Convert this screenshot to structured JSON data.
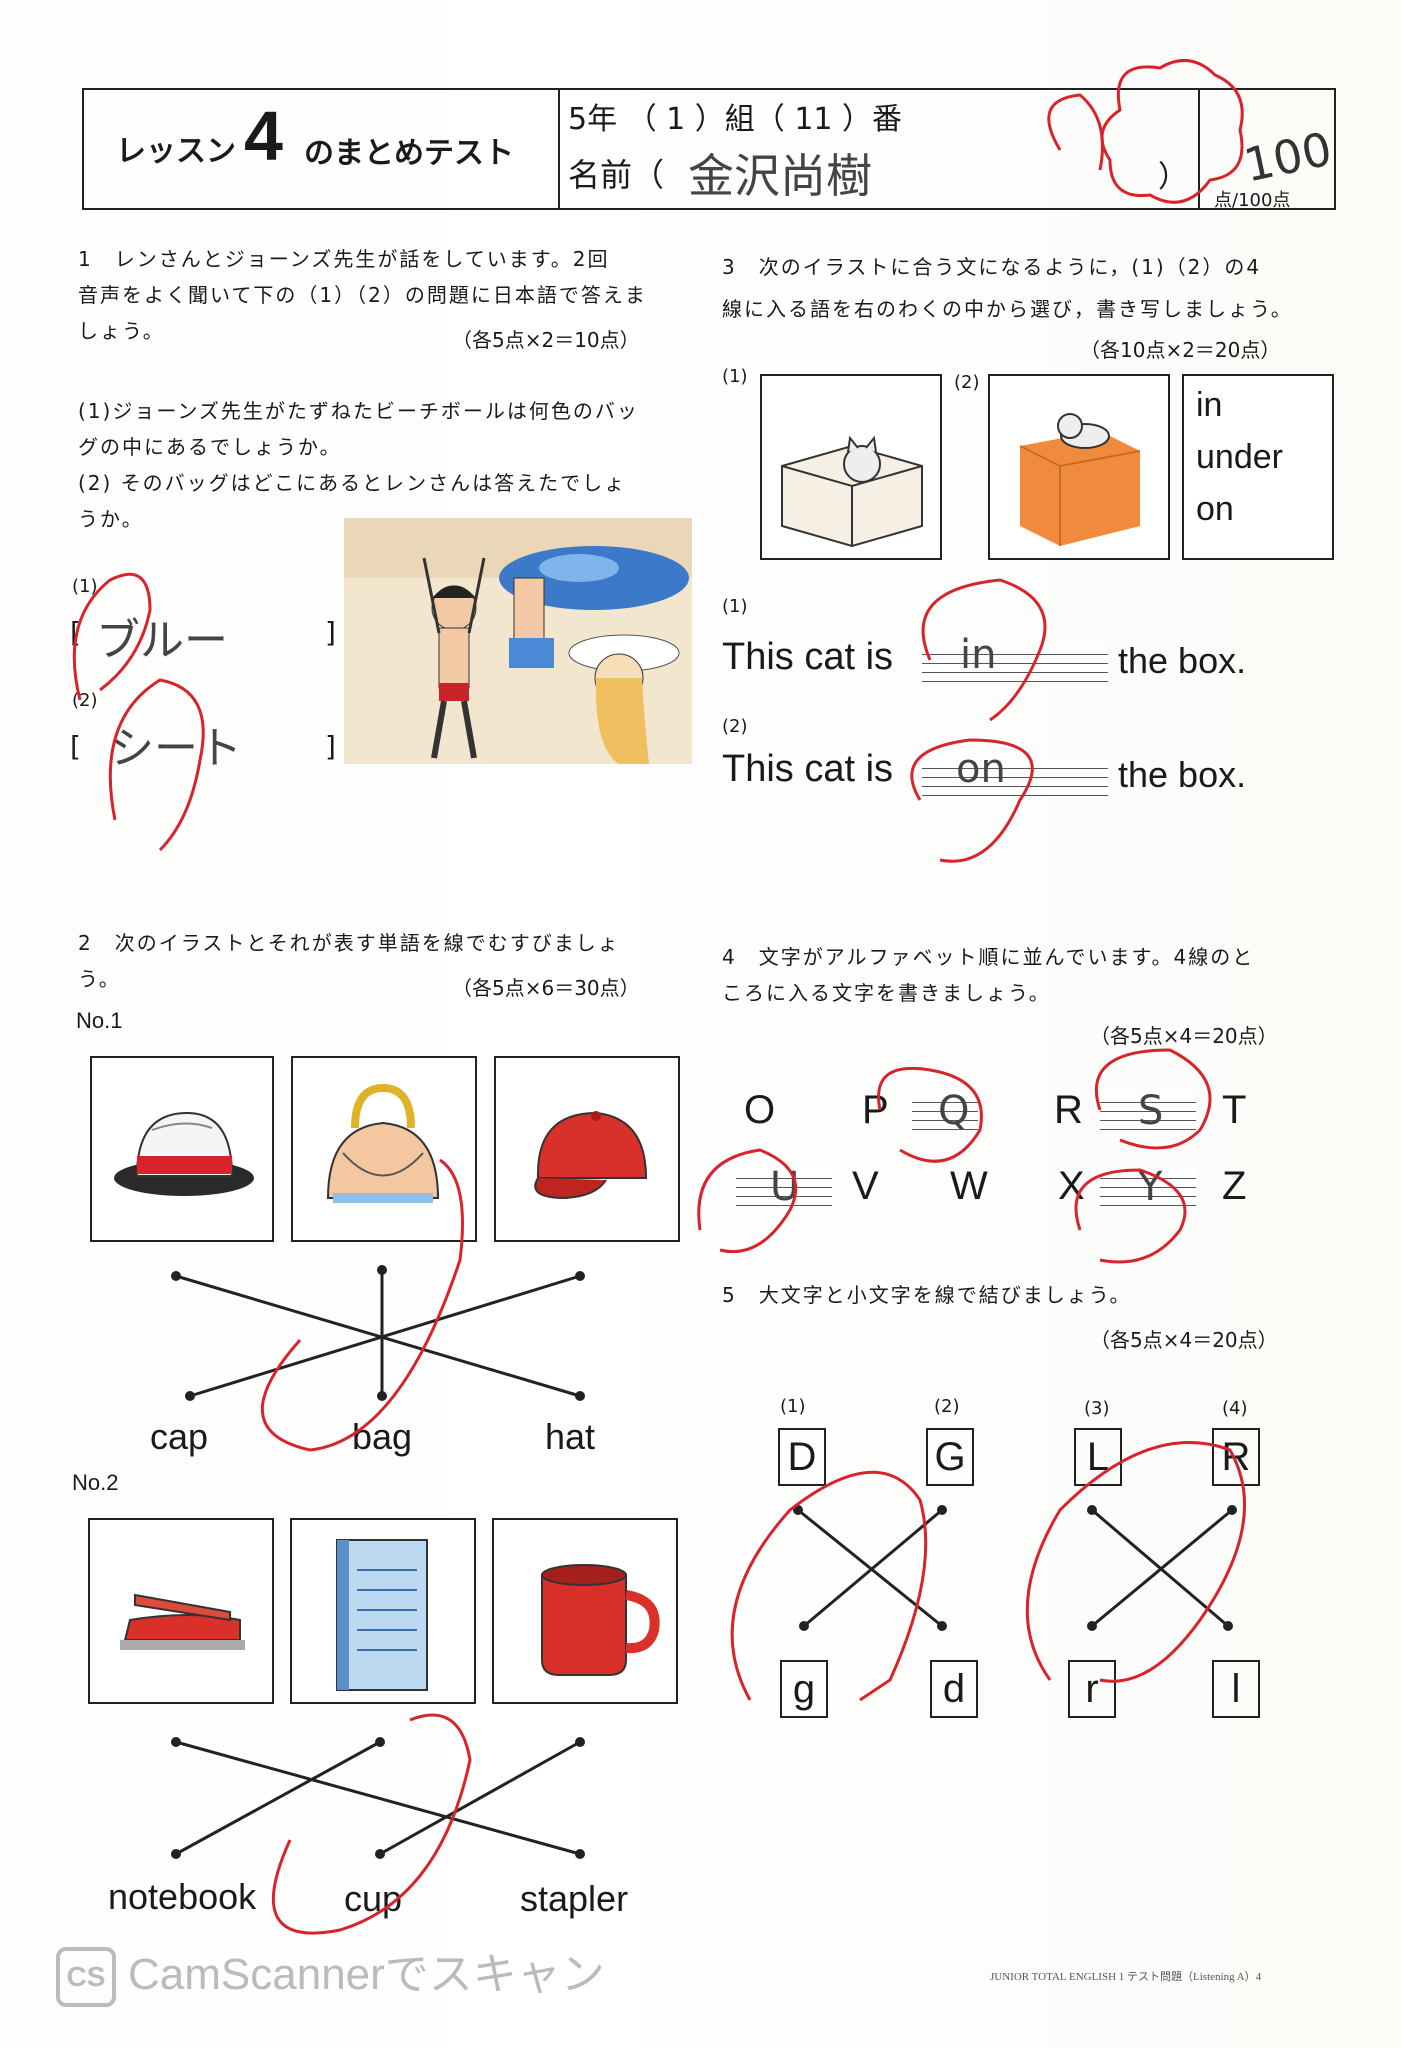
{
  "header": {
    "title_prefix": "レッスン",
    "title_num": "4",
    "title_suffix": "のまとめテスト",
    "class_line": "5年 （ 1 ）組（ 11 ）番",
    "name_label": "名前（",
    "name_value": "金沢尚樹",
    "name_close": "）",
    "score_value": "100",
    "score_unit": "点/100点"
  },
  "q1": {
    "text1": "1　レンさんとジョーンズ先生が話をしています。2回",
    "text2": "音声をよく聞いて下の（1）（2）の問題に日本語で答えま",
    "text3": "しょう。",
    "points": "（各5点×2＝10点）",
    "sub1": "(1)ジョーンズ先生がたずねたビーチボールは何色のバッ",
    "sub1b": "グの中にあるでしょうか。",
    "sub2": "(2) そのバッグはどこにあるとレンさんは答えたでしょ",
    "sub2b": "うか。",
    "a1_label": "(1)",
    "a1_value": "ブルー",
    "a2_label": "(2)",
    "a2_value": "シート"
  },
  "q2": {
    "text1": "2　次のイラストとそれが表す単語を線でむすびましょ",
    "text2": "う。",
    "points": "（各5点×6＝30点）",
    "no1": "No.1",
    "no1_icons": [
      "hat-icon",
      "bag-icon",
      "cap-icon"
    ],
    "no1_words": [
      "cap",
      "bag",
      "hat"
    ],
    "no2": "No.2",
    "no2_icons": [
      "stapler-icon",
      "notebook-icon",
      "cup-icon"
    ],
    "no2_words": [
      "notebook",
      "cup",
      "stapler"
    ]
  },
  "q3": {
    "text1": "3　次のイラストに合う文になるように，(1)（2）の4",
    "text2": "線に入る語を右のわくの中から選び，書き写しましょう。",
    "points": "（各10点×2＝20点）",
    "img1_label": "(1)",
    "img2_label": "(2)",
    "choices": [
      "in",
      "under",
      "on"
    ],
    "s1_label": "(1)",
    "s1_pre": "This cat is",
    "s1_answer": "in",
    "s1_post": "the box.",
    "s2_label": "(2)",
    "s2_pre": "This cat is",
    "s2_answer": "on",
    "s2_post": "the box."
  },
  "q4": {
    "text1": "4　文字がアルファベット順に並んでいます。4線のと",
    "text2": "ころに入る文字を書きましょう。",
    "points": "（各5点×4＝20点）",
    "row1": [
      "O",
      "P",
      "Q",
      "R",
      "S",
      "T"
    ],
    "row2": [
      "U",
      "V",
      "W",
      "X",
      "Y",
      "Z"
    ]
  },
  "q5": {
    "text1": "5　大文字と小文字を線で結びましょう。",
    "points": "（各5点×4＝20点）",
    "labels": [
      "(1)",
      "(2)",
      "(3)",
      "(4)"
    ],
    "upper": [
      "D",
      "G",
      "L",
      "R"
    ],
    "lower": [
      "g",
      "d",
      "r",
      "l"
    ]
  },
  "footer": {
    "watermark": "CamScannerでスキャン",
    "logo": "CS",
    "publisher": "JUNIOR TOTAL ENGLISH 1 テスト問題（Listening A）4"
  },
  "colors": {
    "ink": "#1a1a1a",
    "red_pen": "#d8232a",
    "box_orange": "#f08a3c",
    "stapler_red": "#d9302a"
  }
}
